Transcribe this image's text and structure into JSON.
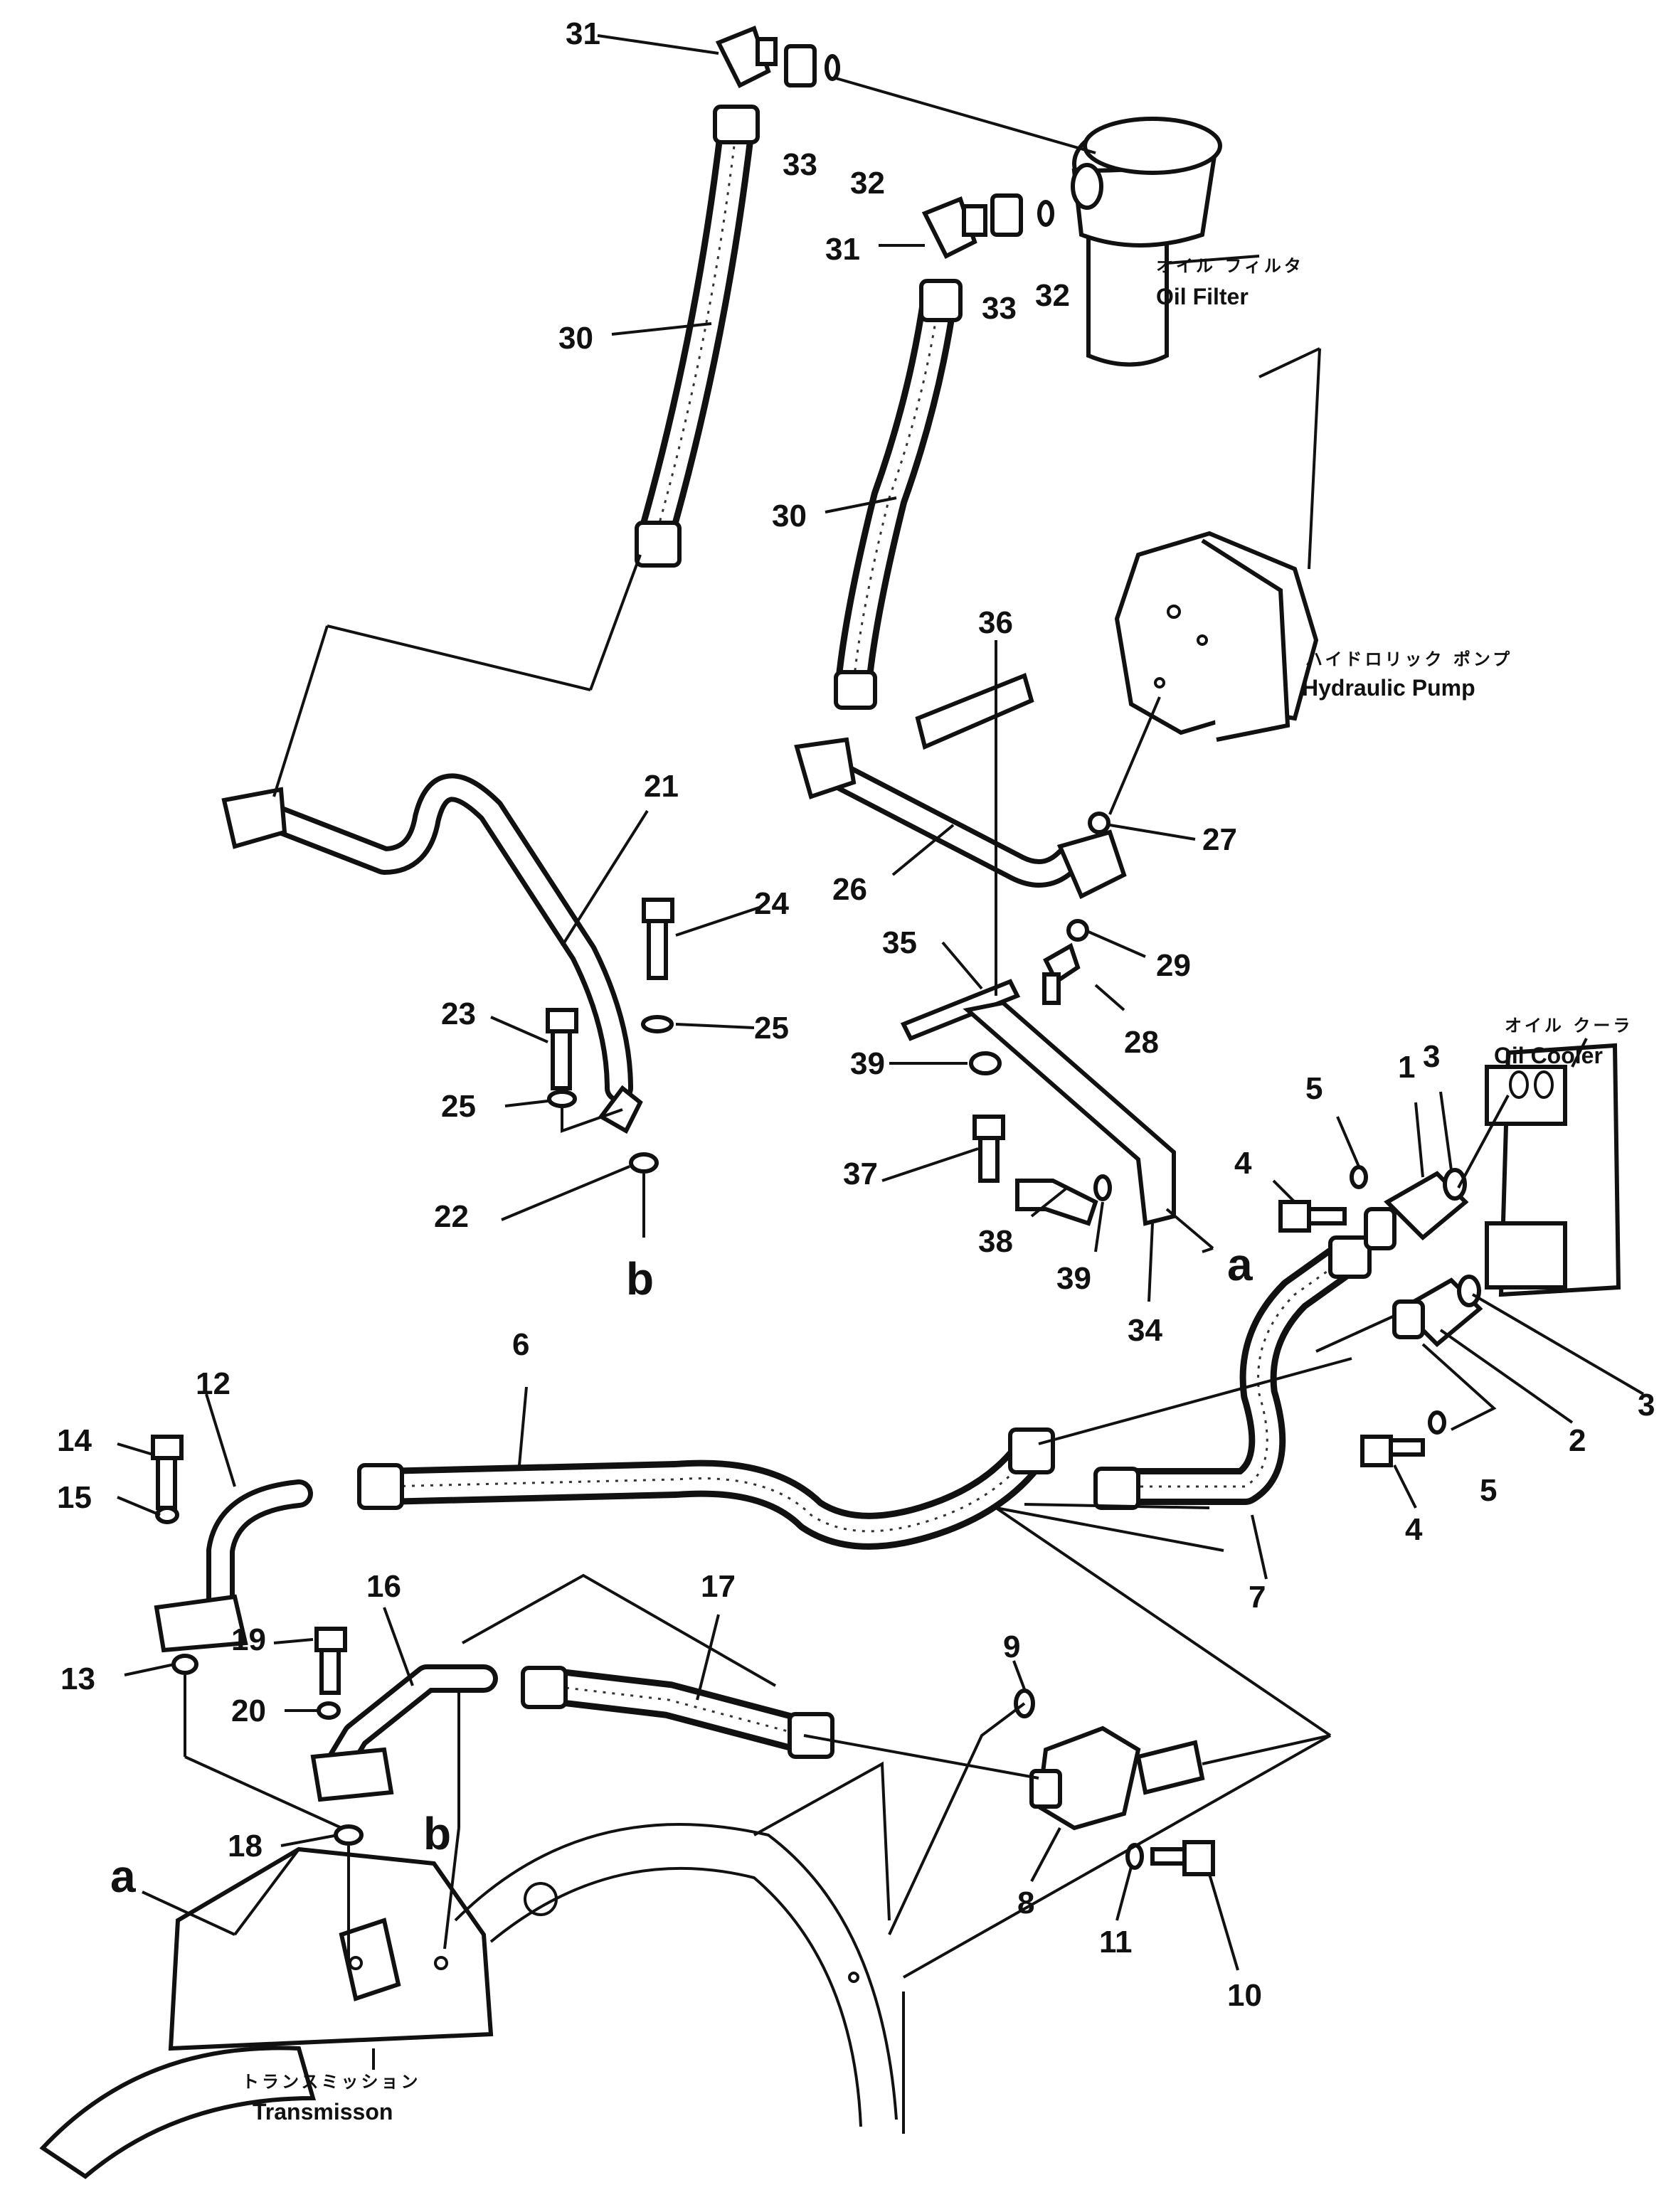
{
  "callouts": [
    {
      "id": "c31a",
      "label": "31"
    },
    {
      "id": "c33a",
      "label": "33"
    },
    {
      "id": "c32a",
      "label": "32"
    },
    {
      "id": "c31b",
      "label": "31"
    },
    {
      "id": "c33b",
      "label": "33"
    },
    {
      "id": "c32b",
      "label": "32"
    },
    {
      "id": "c30a",
      "label": "30"
    },
    {
      "id": "c30b",
      "label": "30"
    },
    {
      "id": "c36",
      "label": "36"
    },
    {
      "id": "c21",
      "label": "21"
    },
    {
      "id": "c27",
      "label": "27"
    },
    {
      "id": "c26",
      "label": "26"
    },
    {
      "id": "c24",
      "label": "24"
    },
    {
      "id": "c35",
      "label": "35"
    },
    {
      "id": "c29",
      "label": "29"
    },
    {
      "id": "c23",
      "label": "23"
    },
    {
      "id": "c25a",
      "label": "25"
    },
    {
      "id": "c25b",
      "label": "25"
    },
    {
      "id": "c28",
      "label": "28"
    },
    {
      "id": "c39a",
      "label": "39"
    },
    {
      "id": "c3a",
      "label": "3"
    },
    {
      "id": "c1",
      "label": "1"
    },
    {
      "id": "c5a",
      "label": "5"
    },
    {
      "id": "c4a",
      "label": "4"
    },
    {
      "id": "c37",
      "label": "37"
    },
    {
      "id": "c22",
      "label": "22"
    },
    {
      "id": "c38",
      "label": "38"
    },
    {
      "id": "c39b",
      "label": "39"
    },
    {
      "id": "c34",
      "label": "34"
    },
    {
      "id": "c6",
      "label": "6"
    },
    {
      "id": "c12",
      "label": "12"
    },
    {
      "id": "c3b",
      "label": "3"
    },
    {
      "id": "c2",
      "label": "2"
    },
    {
      "id": "c14",
      "label": "14"
    },
    {
      "id": "c15",
      "label": "15"
    },
    {
      "id": "c5b",
      "label": "5"
    },
    {
      "id": "c4b",
      "label": "4"
    },
    {
      "id": "c7",
      "label": "7"
    },
    {
      "id": "c16",
      "label": "16"
    },
    {
      "id": "c17",
      "label": "17"
    },
    {
      "id": "c13",
      "label": "13"
    },
    {
      "id": "c19",
      "label": "19"
    },
    {
      "id": "c9",
      "label": "9"
    },
    {
      "id": "c20",
      "label": "20"
    },
    {
      "id": "c18",
      "label": "18"
    },
    {
      "id": "c8",
      "label": "8"
    },
    {
      "id": "c11",
      "label": "11"
    },
    {
      "id": "c10",
      "label": "10"
    }
  ],
  "refs": {
    "b_top": "b",
    "a_right": "a",
    "a_left": "a",
    "b_bottom": "b"
  },
  "components": {
    "oil_filter": {
      "jp": "オイル フィルタ",
      "en": "Oil Filter"
    },
    "hydraulic_pump": {
      "jp": "ハイドロリック ポンプ",
      "en": "Hydraulic Pump"
    },
    "oil_cooler": {
      "jp": "オイル クーラ",
      "en": "Oil Cooler"
    },
    "transmission": {
      "jp": "トランスミッション",
      "en": "Transmisson"
    }
  },
  "colors": {
    "ink": "#111111",
    "paper": "#ffffff"
  }
}
